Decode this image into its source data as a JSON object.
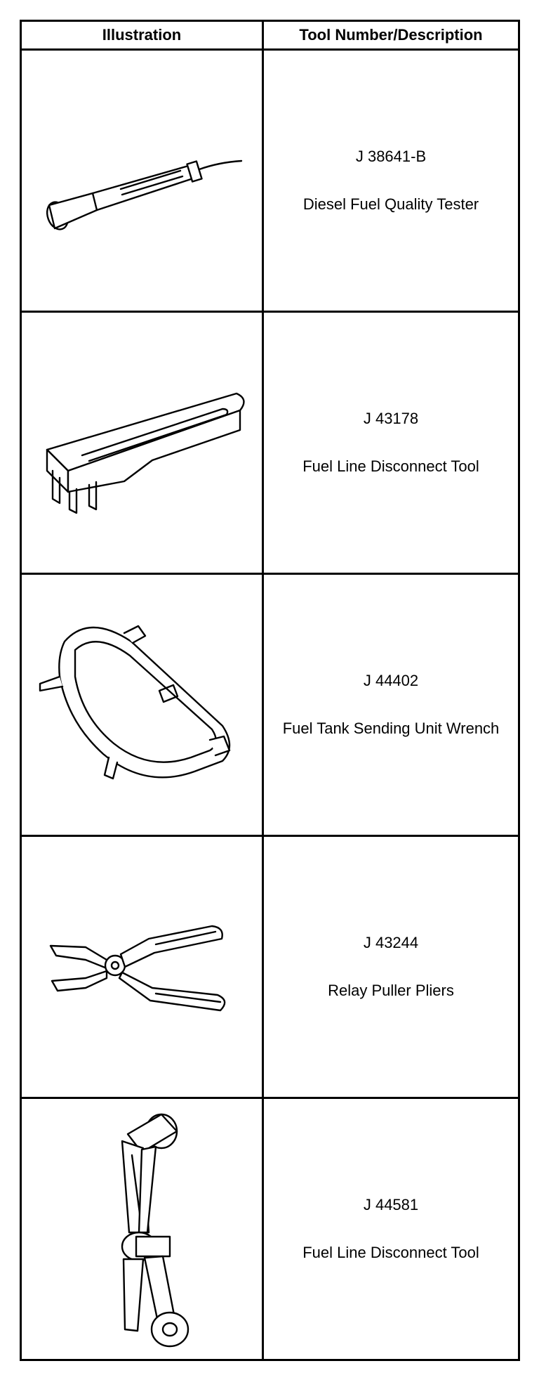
{
  "table": {
    "headers": {
      "illustration": "Illustration",
      "tool": "Tool Number/Description"
    },
    "rows": [
      {
        "number": "J 38641-B",
        "description": "Diesel Fuel Quality Tester",
        "icon": "fuel-quality-tester-icon"
      },
      {
        "number": "J 43178",
        "description": "Fuel Line Disconnect Tool",
        "icon": "fuel-line-disconnect-tool-icon"
      },
      {
        "number": "J 44402",
        "description": "Fuel Tank Sending Unit Wrench",
        "icon": "sending-unit-wrench-icon"
      },
      {
        "number": "J 43244",
        "description": "Relay Puller Pliers",
        "icon": "relay-puller-pliers-icon"
      },
      {
        "number": "J 44581",
        "description": "Fuel Line Disconnect Tool",
        "icon": "fuel-line-disconnect-clip-icon"
      }
    ]
  }
}
